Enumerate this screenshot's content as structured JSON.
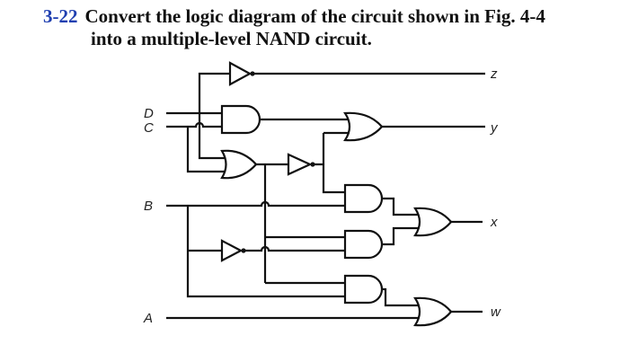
{
  "problem": {
    "number": "3-22",
    "text_line1": "Convert the logic diagram of the circuit shown in Fig. 4-4",
    "text_line2": "into a multiple-level NAND circuit."
  },
  "diagram": {
    "inputs": [
      "D",
      "C",
      "B",
      "A"
    ],
    "outputs": [
      "z",
      "y",
      "x",
      "w"
    ],
    "gates": [
      {
        "id": "inv1",
        "type": "NOT",
        "output": "z"
      },
      {
        "id": "and1",
        "type": "AND",
        "inputs": [
          "D",
          "C"
        ]
      },
      {
        "id": "or1",
        "type": "OR",
        "inputs": [
          "D",
          "C"
        ]
      },
      {
        "id": "inv2",
        "type": "NOT",
        "input": "or1"
      },
      {
        "id": "or2",
        "type": "OR",
        "inputs": [
          "and1",
          "inv2"
        ],
        "output": "y"
      },
      {
        "id": "and2",
        "type": "AND",
        "inputs": [
          "inv2",
          "B"
        ]
      },
      {
        "id": "inv3",
        "type": "NOT",
        "input": "B"
      },
      {
        "id": "and3",
        "type": "AND",
        "inputs": [
          "or1",
          "inv3"
        ]
      },
      {
        "id": "and4",
        "type": "AND",
        "inputs": [
          "or1",
          "B"
        ]
      },
      {
        "id": "or3",
        "type": "OR",
        "inputs": [
          "and2",
          "and3"
        ],
        "output": "x"
      },
      {
        "id": "or4",
        "type": "OR",
        "inputs": [
          "and4",
          "A"
        ],
        "output": "w"
      }
    ]
  }
}
